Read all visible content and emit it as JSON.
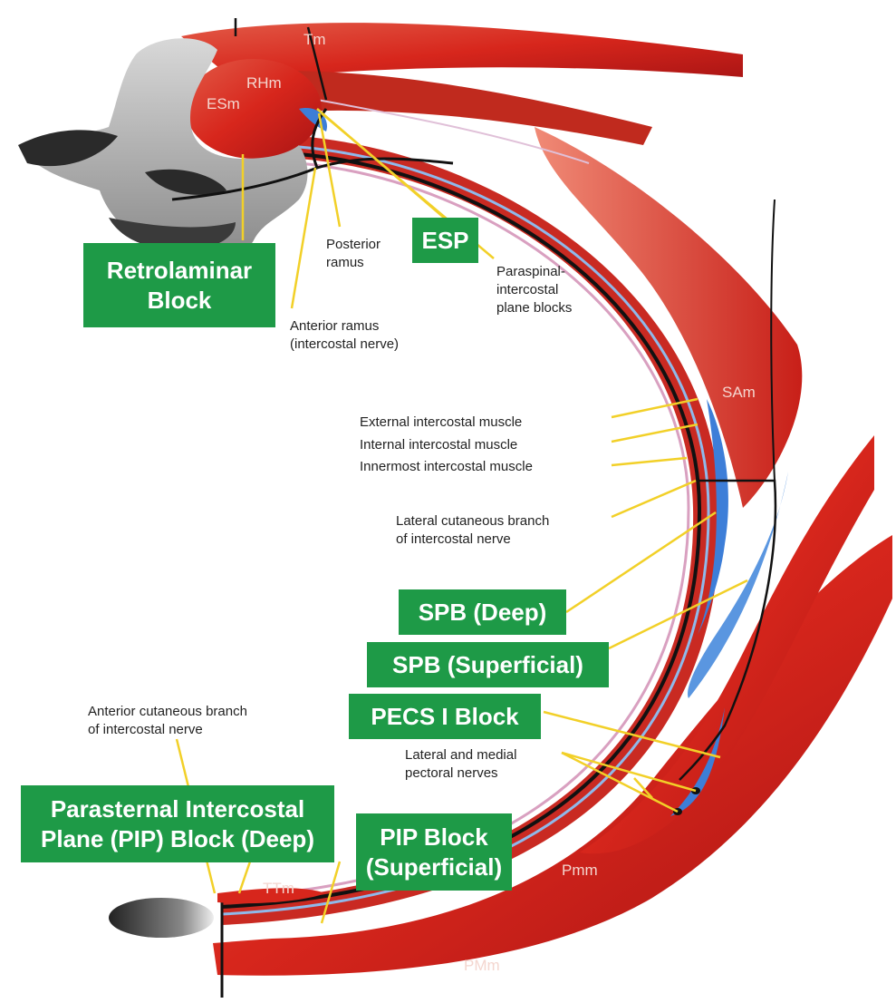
{
  "colors": {
    "muscle_dark": "#b01818",
    "muscle": "#d7261c",
    "muscle_light": "#e66a55",
    "fascia": "#3d7ed8",
    "fascia_light": "#9cc8f2",
    "nerve": "#111111",
    "pointer": "#f2d028",
    "bone": "#a9a9a9",
    "block_box": "#1e9a47"
  },
  "muscles": {
    "tm": "Tm",
    "rhm": "RHm",
    "esm": "ESm",
    "sam": "SAm",
    "pmm_minor": "Pmm",
    "pm_major": "PMm",
    "ttm": "TTm"
  },
  "anatomy_labels": {
    "posterior_ramus": [
      "Posterior",
      "ramus"
    ],
    "paraspinal": [
      "Paraspinal-",
      "intercostal",
      "plane blocks"
    ],
    "anterior_ramus": [
      "Anterior ramus",
      "(intercostal nerve)"
    ],
    "external_intercostal": "External intercostal muscle",
    "internal_intercostal": "Internal intercostal muscle",
    "innermost_intercostal": "Innermost intercostal muscle",
    "lateral_cutaneous": [
      "Lateral cutaneous branch",
      "of intercostal nerve"
    ],
    "anterior_cutaneous": [
      "Anterior cutaneous branch",
      "of intercostal nerve"
    ],
    "pectoral_nerves": [
      "Lateral and medial",
      "pectoral nerves"
    ]
  },
  "blocks": {
    "retrolaminar": [
      "Retrolaminar",
      "Block"
    ],
    "esp": "ESP",
    "spb_deep": "SPB (Deep)",
    "spb_superficial": "SPB (Superficial)",
    "pecs_i": "PECS I Block",
    "pip_deep": [
      "Parasternal Intercostal",
      "Plane (PIP) Block (Deep)"
    ],
    "pip_superficial": [
      "PIP Block",
      "(Superficial)"
    ]
  }
}
